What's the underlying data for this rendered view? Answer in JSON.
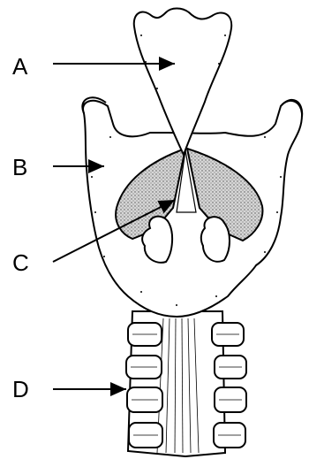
{
  "labels": {
    "a": "A",
    "b": "B",
    "c": "C",
    "d": "D"
  },
  "colors": {
    "ink": "#000000",
    "paper": "#ffffff",
    "stipple_fill": "#bdbdbd"
  },
  "icons": {
    "pointer": "arrow-icon"
  }
}
